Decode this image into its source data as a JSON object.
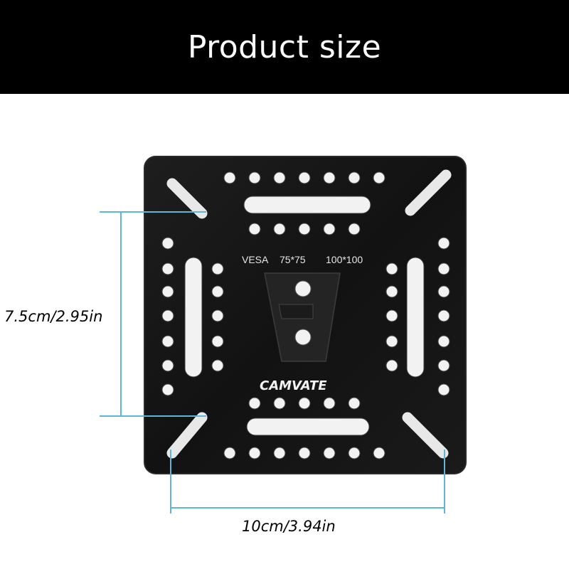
{
  "banner": {
    "title": "Product size"
  },
  "plate": {
    "vesa_label": "VESA",
    "size_small": "75*75",
    "size_large": "100*100",
    "brand": "CAMVATE"
  },
  "dimensions": {
    "height": "7.5cm/2.95in",
    "width": "10cm/3.94in"
  },
  "colors": {
    "banner_bg": "#000000",
    "plate": "#111111",
    "dimension_line": "#5bb7d9"
  }
}
